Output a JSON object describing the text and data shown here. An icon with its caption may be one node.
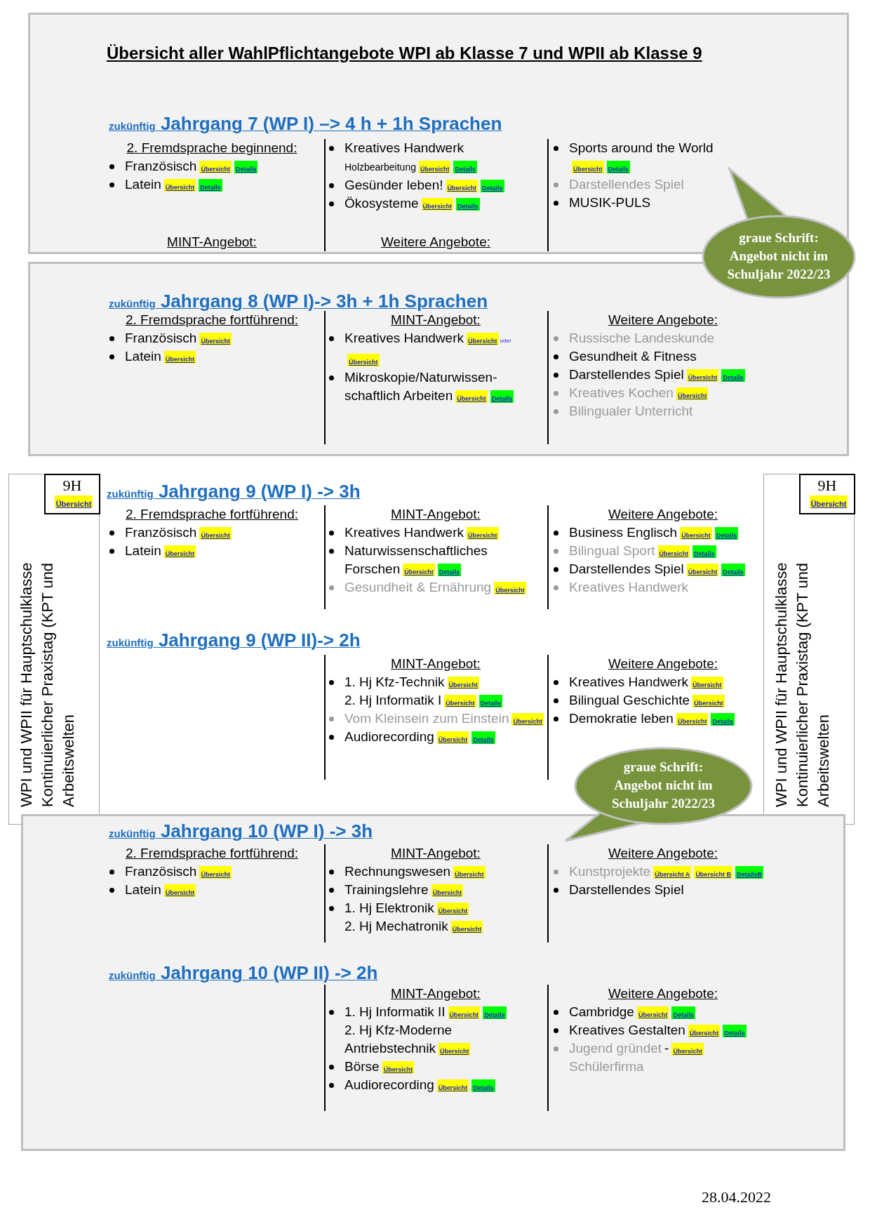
{
  "diagram": {
    "title": "Übersicht aller WahlPflichtangebote WPI ab Klasse 7 und WPII ab Klasse 9",
    "nodes": [
      {
        "text": [
          "zukünftig Jahrgang 7 (WP I) –> 4 h + 1h Sprachen"
        ]
      },
      {
        "text": [
          "graue Schrift: Angebot nicht im Schuljahr 2022/23"
        ]
      },
      {
        "text": [
          "zukünftig Jahrgang 8 (WP I)-> 3h + 1h Sprachen"
        ]
      },
      {
        "text": [
          "WPI und WPII für Hauptschulklasse Kontinuierlicher Praxistag (KPT und Arbeitswelten"
        ]
      },
      {
        "text": [
          "9H",
          "Übersicht"
        ],
        "in": 3
      },
      {
        "text": [
          "WPI und WPII für Hauptschulklasse Kontinuierlicher Praxistag (KPT und Arbeitswelten"
        ]
      },
      {
        "text": [
          "9H",
          "Übersicht"
        ],
        "in": 5
      },
      {
        "text": [
          "graue Schrift: Angebot nicht im Schuljahr 2022/23"
        ]
      },
      {
        "text": [
          "zukünftig Jahrgang 10 (WP I) -> 3h",
          "zukünftig Jahrgang 10 (WP II) -> 2h"
        ]
      }
    ],
    "labels": [
      "2. Fremdsprache beginnend:",
      "Französisch",
      "Übersicht",
      "Details",
      "Latein",
      "Übersicht",
      "Details",
      "MINT-Angebot:",
      "Kreatives Handwerk",
      "Holzbearbeitung",
      "Übersicht",
      "Details",
      "Gesünder leben!",
      "Übersicht",
      "Details",
      "Ökosysteme",
      "Übersicht",
      "Details",
      "Weitere Angebote:",
      "Sports around the World",
      "Übersicht",
      "Details",
      "Darstellendes Spiel",
      "MUSIK-PULS",
      "2. Fremdsprache fortführend:",
      "Französisch",
      "Übersicht",
      "Latein",
      "Übersicht",
      "MINT-Angebot:",
      "Kreatives Handwerk",
      "Übersicht",
      "oder",
      "Übersicht",
      "Mikroskopie/Naturwissen- schaftlich Arbeiten",
      "Übersicht",
      "Details",
      "Weitere Angebote:",
      "Russische Landeskunde",
      "Gesundheit & Fitness",
      "Darstellendes Spiel",
      "Übersicht",
      "Details",
      "Kreatives Kochen",
      "Übersicht",
      "Bilingualer Unterricht",
      "zukünftig Jahrgang 9 (WP I) -> 3h",
      "2. Fremdsprache fortführend:",
      "Französisch",
      "Übersicht",
      "Latein",
      "Übersicht",
      "MINT-Angebot:",
      "Kreatives Handwerk",
      "Übersicht",
      "Naturwissenschaftliches Forschen",
      "Übersicht",
      "Details",
      "Gesundheit & Ernährung",
      "Übersicht",
      "Weitere Angebote:",
      "Business Englisch",
      "Übersicht",
      "Details",
      "Bilingual Sport",
      "Übersicht",
      "Details",
      "Darstellendes Spiel",
      "Übersicht",
      "Details",
      "Kreatives Handwerk",
      "zukünftig Jahrgang 9 (WP II)-> 2h",
      "MINT-Angebot:",
      "1. Hj Kfz-Technik",
      "Übersicht",
      "2. Hj Informatik I",
      "Übersicht",
      "Details",
      "Vom Kleinsein zum Einstein",
      "Übersicht",
      "Audiorecording",
      "Übersicht",
      "Details",
      "Weitere Angebote:",
      "Kreatives Handwerk",
      "Übersicht",
      "Bilingual Geschichte",
      "Übersicht",
      "Demokratie leben",
      "Übersicht",
      "Details",
      "2. Fremdsprache fortführend:",
      "Französisch",
      "Übersicht",
      "Latein",
      "Übersicht",
      "MINT-Angebot:",
      "Rechnungswesen",
      "Übersicht",
      "Trainingslehre",
      "Übersicht",
      "1. Hj Elektronik",
      "Übersicht",
      "2. Hj Mechatronik",
      "Übersicht",
      "Weitere Angebote:",
      "Kunstprojekte",
      "Übersicht A",
      "Übersicht B",
      "DetailsB",
      "Darstellendes Spiel",
      "MINT-Angebot:",
      "1. Hj Informatik II",
      "Übersicht",
      "Details",
      "2. Hj Kfz-Moderne Antriebstechnik",
      "Übersicht",
      "Börse",
      "Übersicht",
      "Audiorecording",
      "Übersicht",
      "Details",
      "Weitere Angebote:",
      "Cambridge",
      "Übersicht",
      "Details",
      "Kreatives Gestalten",
      "Übersicht",
      "Details",
      "Jugend gründet",
      "-",
      "Übersicht",
      "Schülerfirma",
      "28.04.2022"
    ]
  }
}
